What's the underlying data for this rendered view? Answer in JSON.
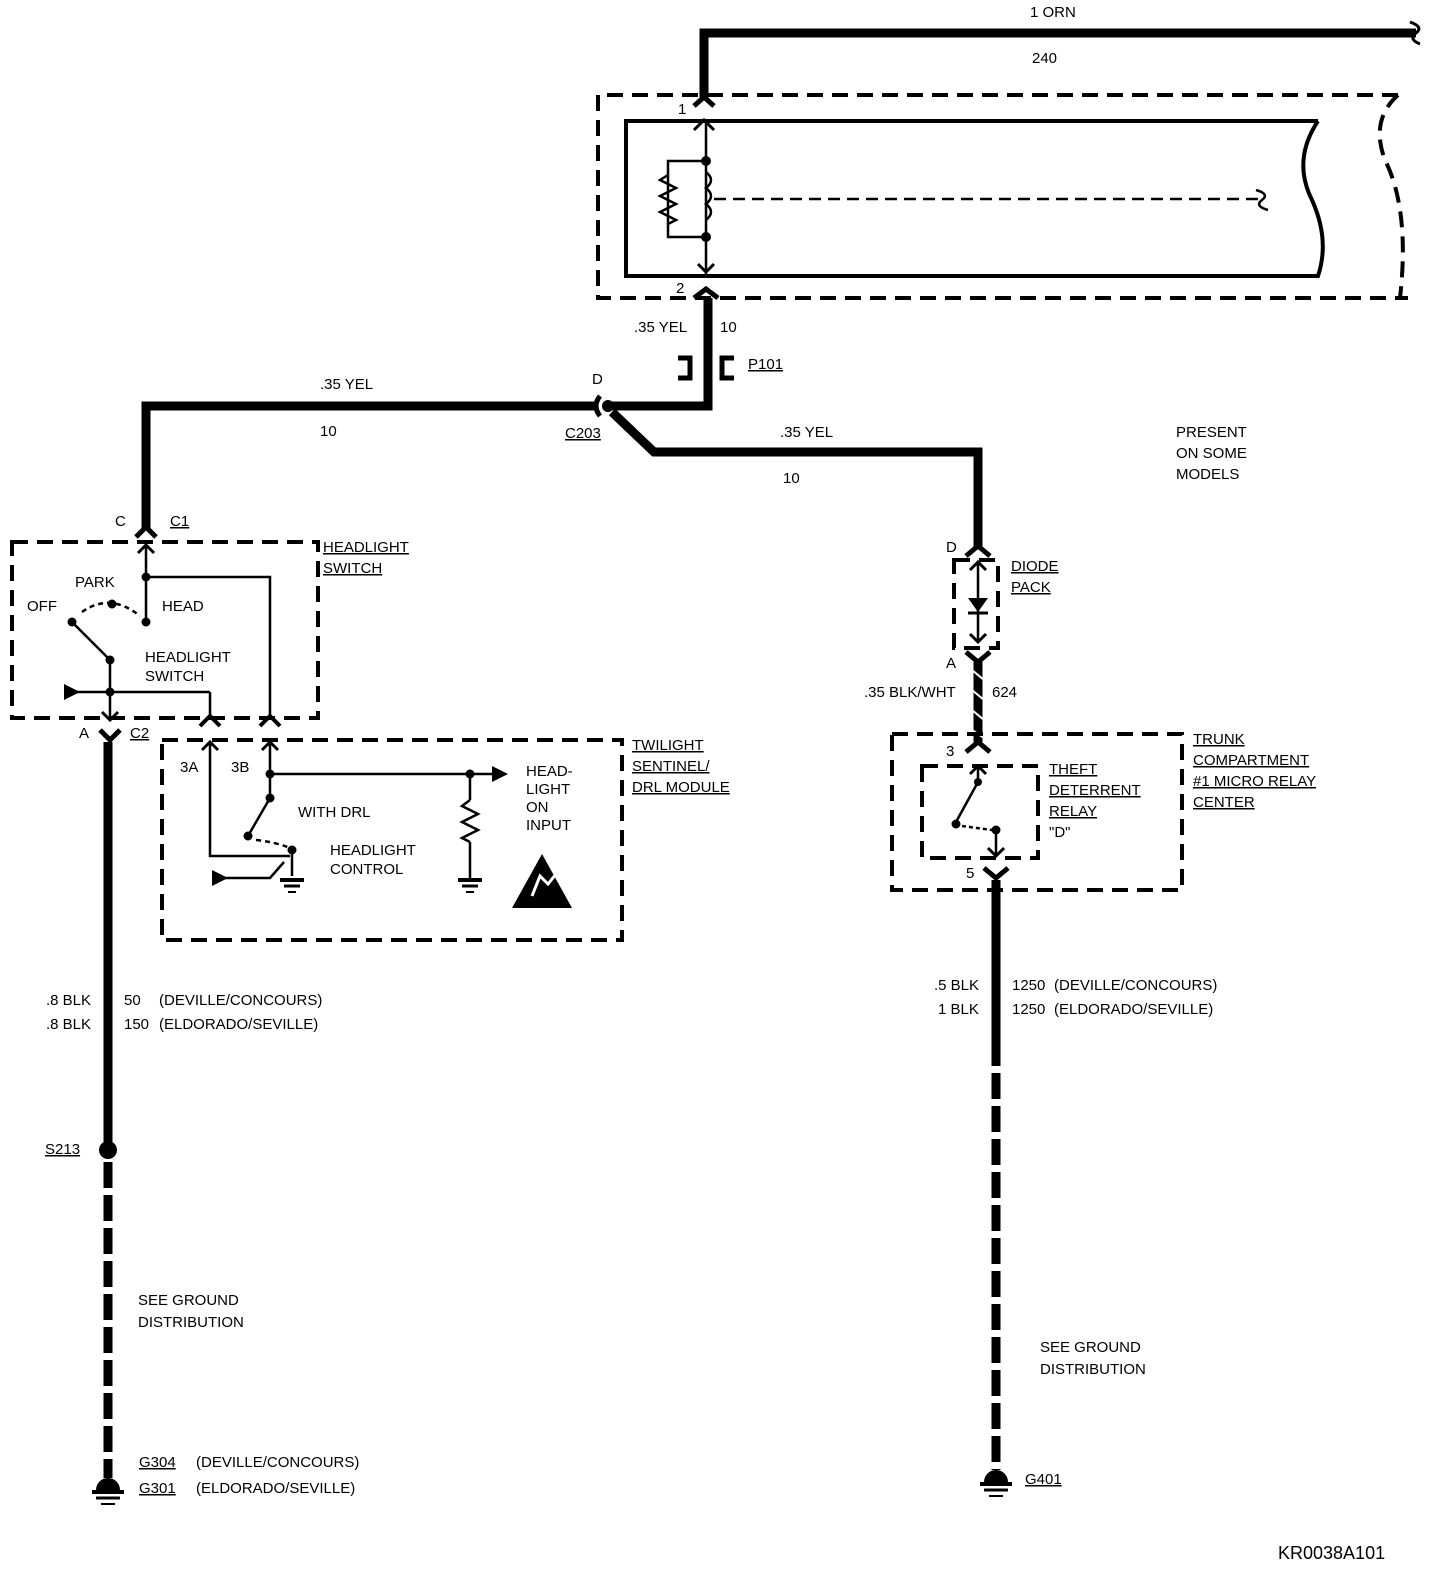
{
  "labels": {
    "wire_top": "1 ORN",
    "circuit_top": "240",
    "pin1": "1",
    "pin2": "2",
    "wire_p101": ".35 YEL",
    "circuit_p101": "10",
    "connector_p101": "P101",
    "wire_left": ".35 YEL",
    "circuit_left": "10",
    "pin_d_c203": "D",
    "connector_c203": "C203",
    "wire_right": ".35 YEL",
    "circuit_right": "10",
    "present_1": "PRESENT",
    "present_2": "ON SOME",
    "present_3": "MODELS",
    "pin_c": "C",
    "connector_c1": "C1",
    "headlight_switch_title_1": "HEADLIGHT",
    "headlight_switch_title_2": "SWITCH",
    "park": "PARK",
    "off": "OFF",
    "head": "HEAD",
    "headlight_switch_inner_1": "HEADLIGHT",
    "headlight_switch_inner_2": "SWITCH",
    "pin_a_c2": "A",
    "connector_c2": "C2",
    "pin_3a": "3A",
    "pin_3b": "3B",
    "with_drl": "WITH DRL",
    "headlight_control_1": "HEADLIGHT",
    "headlight_control_2": "CONTROL",
    "headlight_on_1": "HEAD-",
    "headlight_on_2": "LIGHT",
    "headlight_on_3": "ON",
    "headlight_on_4": "INPUT",
    "twilight_1": "TWILIGHT",
    "twilight_2": "SENTINEL/",
    "twilight_3": "DRL MODULE",
    "pin_d_diode": "D",
    "diode_1": "DIODE",
    "diode_2": "PACK",
    "pin_a_diode": "A",
    "wire_blkwht": ".35 BLK/WHT",
    "circuit_624": "624",
    "pin_3": "3",
    "theft_1": "THEFT",
    "theft_2": "DETERRENT",
    "theft_3": "RELAY",
    "theft_4": "\"D\"",
    "trunk_1": "TRUNK",
    "trunk_2": "COMPARTMENT",
    "trunk_3": "#1 MICRO RELAY",
    "trunk_4": "CENTER",
    "pin_5": "5",
    "left_wire_1": ".8 BLK",
    "left_circ_1": "50",
    "left_model_1": "(DEVILLE/CONCOURS)",
    "left_wire_2": ".8 BLK",
    "left_circ_2": "150",
    "left_model_2": "(ELDORADO/SEVILLE)",
    "right_wire_1": ".5 BLK",
    "right_circ_1": "1250",
    "right_model_1": "(DEVILLE/CONCOURS)",
    "right_wire_2": "1 BLK",
    "right_circ_2": "1250",
    "right_model_2": "(ELDORADO/SEVILLE)",
    "splice_s213": "S213",
    "ground_dist_left_1": "SEE GROUND",
    "ground_dist_left_2": "DISTRIBUTION",
    "ground_dist_right_1": "SEE GROUND",
    "ground_dist_right_2": "DISTRIBUTION",
    "g304": "G304",
    "g304_model": "(DEVILLE/CONCOURS)",
    "g301": "G301",
    "g301_model": "(ELDORADO/SEVILLE)",
    "g401": "G401",
    "figure_id": "KR0038A101"
  }
}
